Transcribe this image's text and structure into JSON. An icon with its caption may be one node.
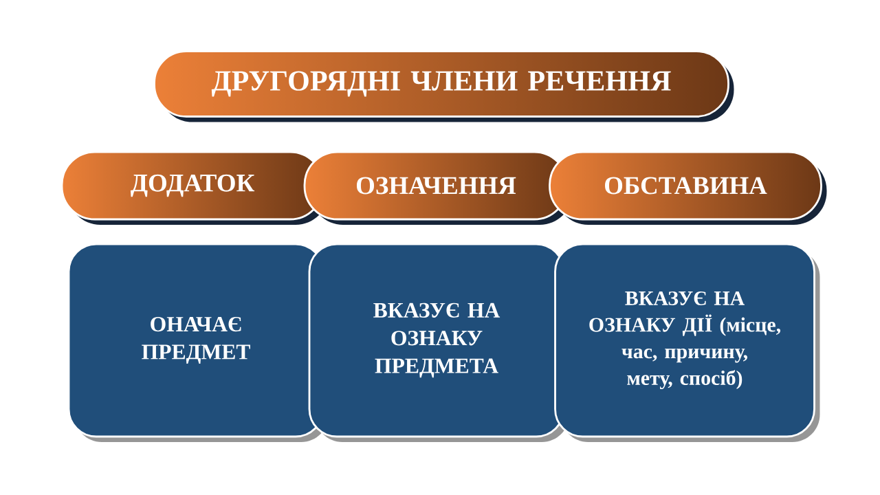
{
  "diagram": {
    "nodes": [
      {
        "text": [
          "ДРУГОРЯДНІ  ЧЛЕНИ  РЕЧЕННЯ"
        ]
      },
      {
        "text": [
          "ДОДАТОК"
        ]
      },
      {
        "text": [
          "ОЗНАЧЕННЯ"
        ]
      },
      {
        "text": [
          "ОБСТАВИНА"
        ]
      },
      {
        "text": [
          "ОНАЧАЄ ПРЕДМЕТ"
        ]
      },
      {
        "text": [
          "ВКАЗУЄ НА ОЗНАКУ ПРЕДМЕТА"
        ]
      },
      {
        "text": [
          "ВКАЗУЄ НА ОЗНАКУ ДІЇ (місце, час, причину, мету, спосіб)"
        ]
      }
    ]
  }
}
